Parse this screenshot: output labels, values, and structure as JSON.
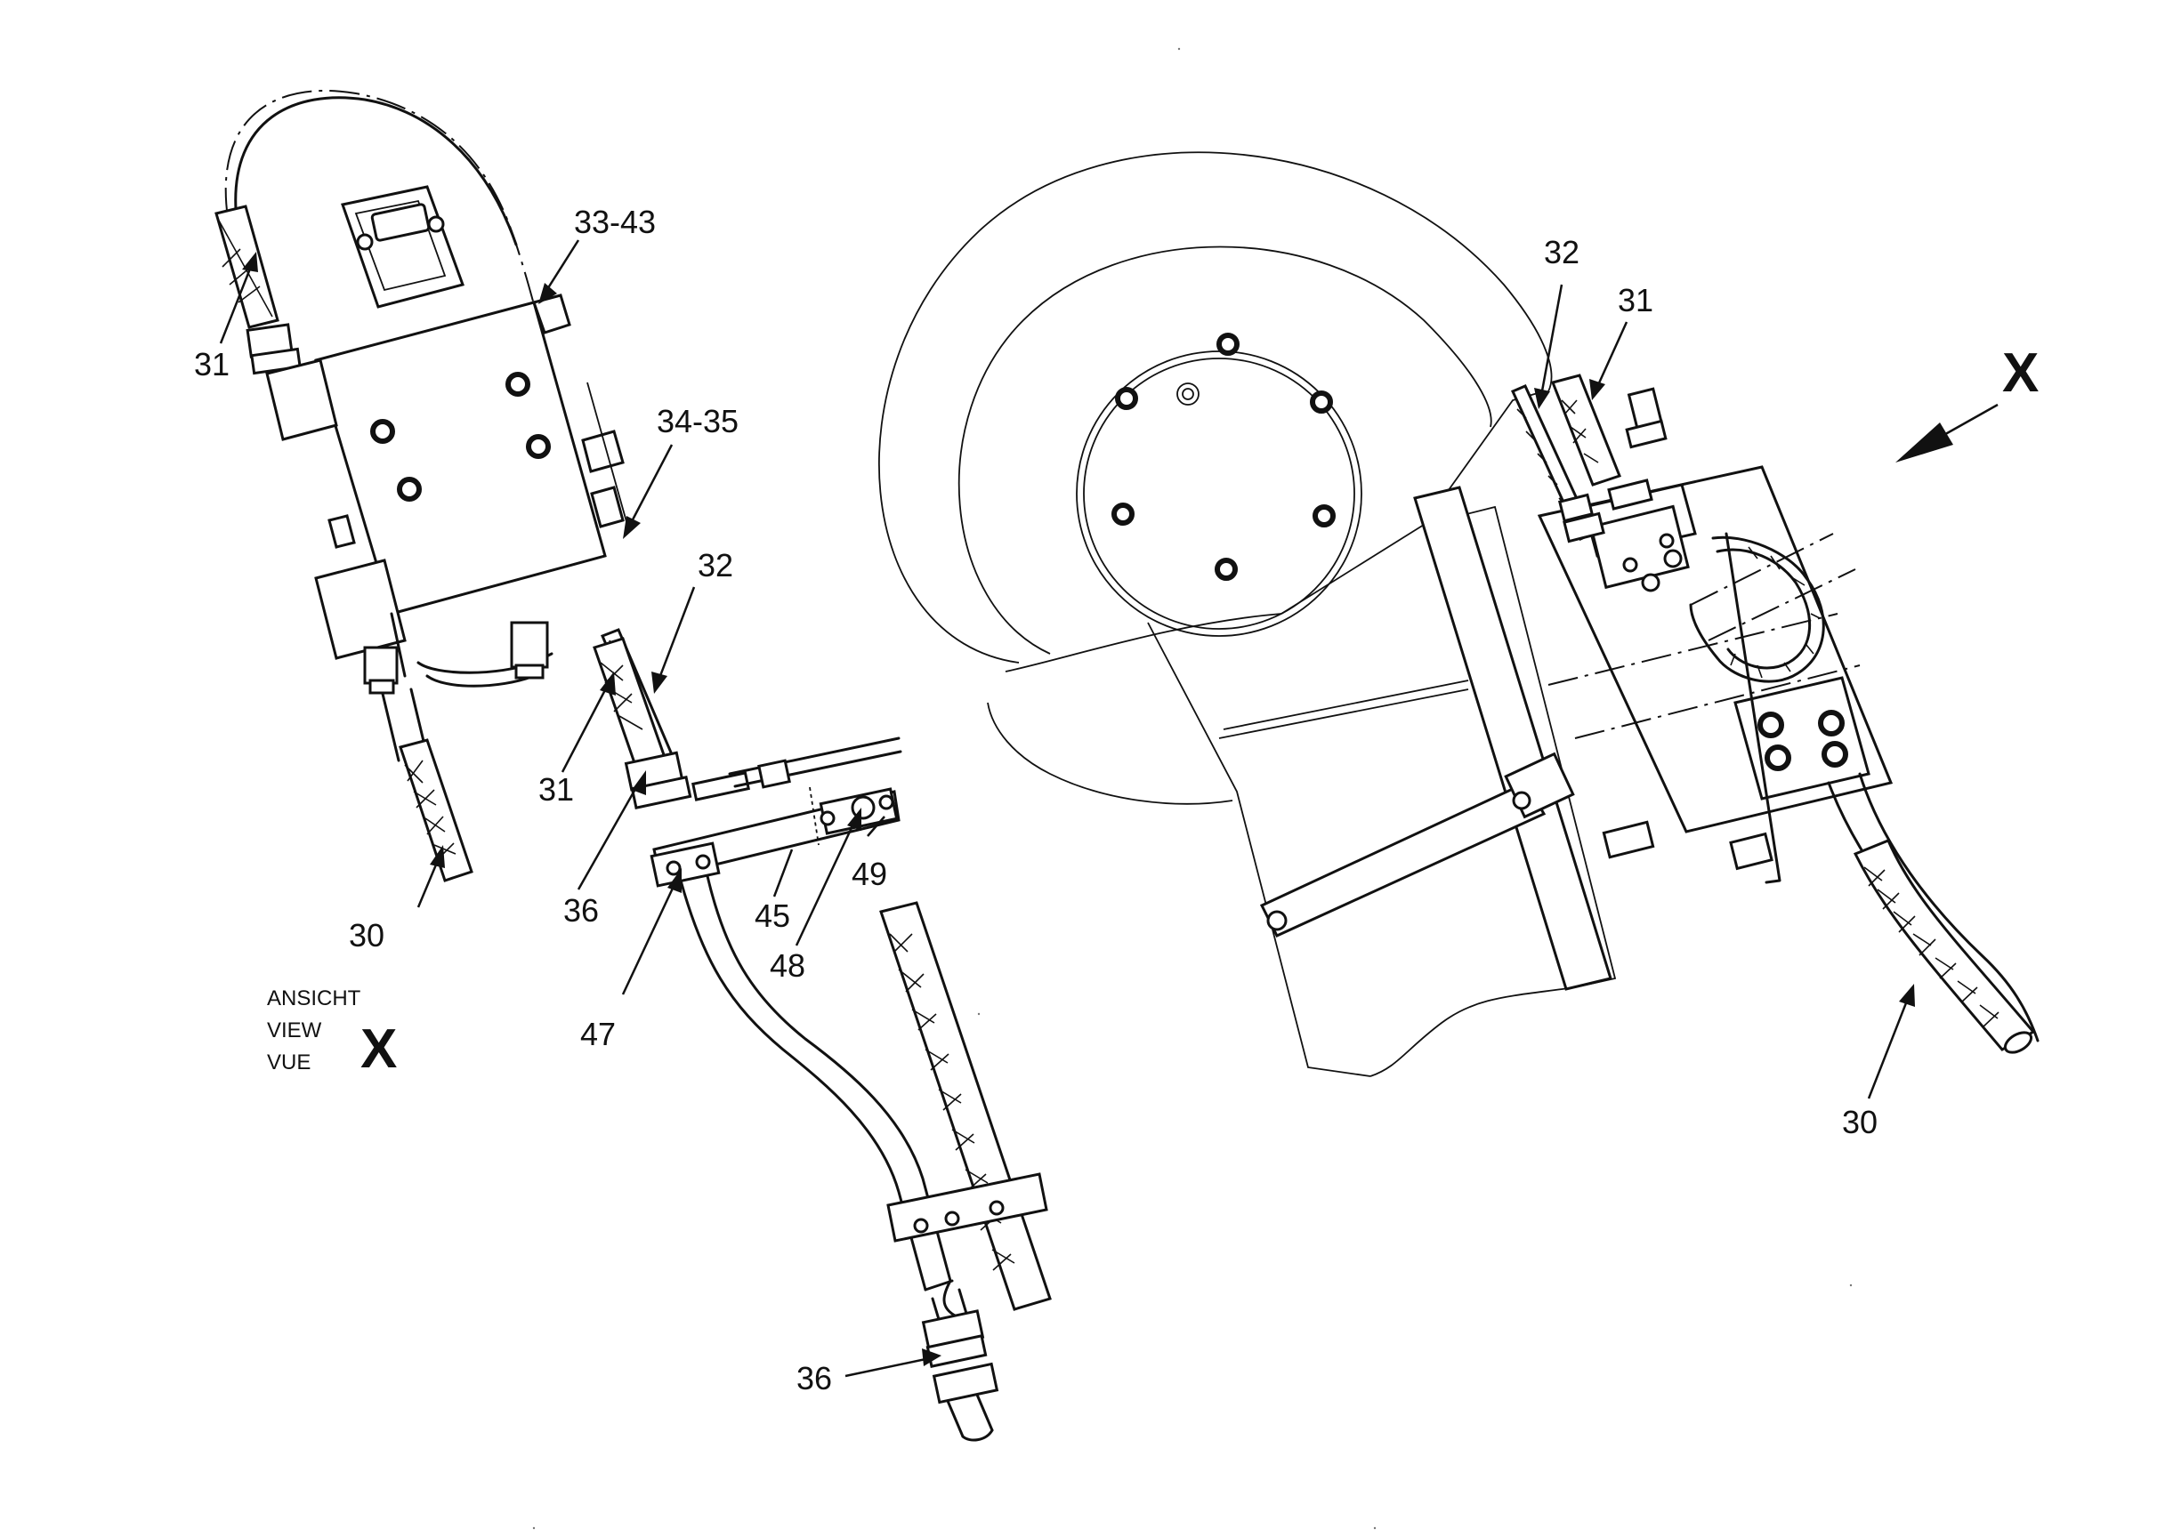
{
  "callouts": {
    "left_31_top": "31",
    "left_33_43": "33-43",
    "left_34_35": "34-35",
    "left_32": "32",
    "left_31_mid": "31",
    "left_30": "30",
    "left_36_mid": "36",
    "left_45": "45",
    "left_48": "48",
    "left_49": "49",
    "left_47": "47",
    "left_36_bottom": "36",
    "right_32": "32",
    "right_31": "31",
    "right_30": "30"
  },
  "view_marker": {
    "line_de": "ANSICHT",
    "line_en": "VIEW",
    "line_fr": "VUE",
    "letter": "X"
  },
  "direction_marker": {
    "letter": "X"
  }
}
